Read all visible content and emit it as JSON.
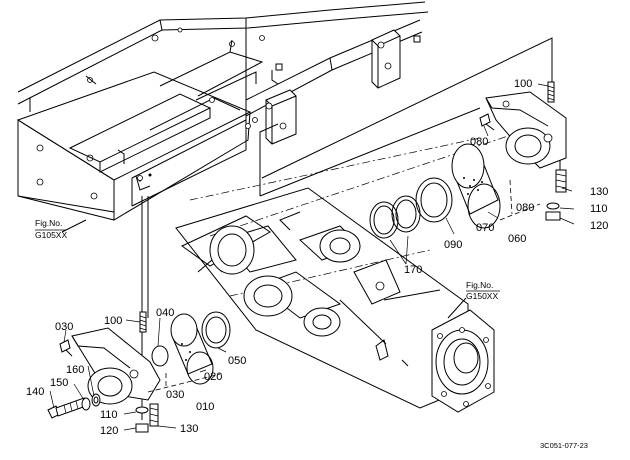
{
  "diagram_code": "3C051-077-23",
  "figure_refs": [
    {
      "id": "fig-g105",
      "line1": "Fig.No.",
      "line2": "G105XX"
    },
    {
      "id": "fig-g150",
      "line1": "Fig.No.",
      "line2": "G150XX"
    }
  ],
  "callouts": {
    "p100_top": "100",
    "p080_left": "080",
    "p080_right": "080",
    "p130_right": "130",
    "p110_right": "110",
    "p120_right": "120",
    "p070": "070",
    "p060": "060",
    "p090": "090",
    "p170": "170",
    "p100_left": "100",
    "p040": "040",
    "p030_top": "030",
    "p050": "050",
    "p020": "020",
    "p010": "010",
    "p030_bottom": "030",
    "p160": "160",
    "p150": "150",
    "p140": "140",
    "p110_left": "110",
    "p120_left": "120",
    "p130_left": "130"
  }
}
